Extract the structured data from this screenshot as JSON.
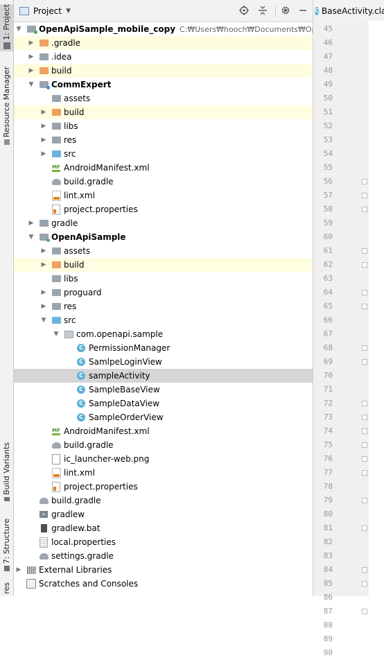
{
  "left_strip": {
    "tabs": [
      {
        "label": "1: Project",
        "active": true
      },
      {
        "label": "Resource Manager",
        "active": false
      },
      {
        "label": "Build Variants",
        "active": false
      },
      {
        "label": "7: Structure",
        "active": false
      },
      {
        "label": "res",
        "active": false
      }
    ]
  },
  "toolbar": {
    "view_label": "Project",
    "icons": [
      "target-icon",
      "collapse-all-icon",
      "gear-icon",
      "minimize-icon"
    ]
  },
  "editor": {
    "tab_label": "BaseActivity.clas",
    "line_numbers": [
      "45",
      "46",
      "47",
      "48",
      "49",
      "50",
      "51",
      "52",
      "53",
      "54",
      "55",
      "56",
      "57",
      "58",
      "59",
      "60",
      "61",
      "62",
      "63",
      "64",
      "65",
      "66",
      "67",
      "68",
      "69",
      "70",
      "71",
      "72",
      "73",
      "74",
      "75",
      "76",
      "77",
      "78",
      "79",
      "80",
      "81",
      "82",
      "83",
      "84",
      "85",
      "86",
      "87",
      "88",
      "89",
      "90"
    ],
    "fold_lines": [
      "56",
      "57",
      "58",
      "61",
      "62",
      "64",
      "65",
      "68",
      "69",
      "72",
      "73",
      "74",
      "75",
      "76",
      "77",
      "79",
      "81",
      "84",
      "85",
      "87"
    ]
  },
  "tree": [
    {
      "label": "OpenApiSample_mobile_copy",
      "hint": "C:₩Users₩hooch₩Documents₩OpenApi",
      "depth": 0,
      "arrow": "down",
      "icon": "module",
      "bold": true
    },
    {
      "label": ".gradle",
      "depth": 1,
      "arrow": "right",
      "icon": "folder-orange",
      "highlight": true
    },
    {
      "label": ".idea",
      "depth": 1,
      "arrow": "right",
      "icon": "folder-grey"
    },
    {
      "label": "build",
      "depth": 1,
      "arrow": "right",
      "icon": "folder-orange",
      "highlight": true
    },
    {
      "label": "CommExpert",
      "depth": 1,
      "arrow": "down",
      "icon": "module-lib",
      "bold": true
    },
    {
      "label": "assets",
      "depth": 2,
      "arrow": "none",
      "icon": "folder-grey"
    },
    {
      "label": "build",
      "depth": 2,
      "arrow": "right",
      "icon": "folder-orange",
      "highlight": true
    },
    {
      "label": "libs",
      "depth": 2,
      "arrow": "right",
      "icon": "folder-grey"
    },
    {
      "label": "res",
      "depth": 2,
      "arrow": "right",
      "icon": "folder-grey"
    },
    {
      "label": "src",
      "depth": 2,
      "arrow": "right",
      "icon": "folder-blue"
    },
    {
      "label": "AndroidManifest.xml",
      "depth": 2,
      "arrow": "none",
      "icon": "manifest"
    },
    {
      "label": "build.gradle",
      "depth": 2,
      "arrow": "none",
      "icon": "gradle"
    },
    {
      "label": "lint.xml",
      "depth": 2,
      "arrow": "none",
      "icon": "xml"
    },
    {
      "label": "project.properties",
      "depth": 2,
      "arrow": "none",
      "icon": "props-o"
    },
    {
      "label": "gradle",
      "depth": 1,
      "arrow": "right",
      "icon": "folder-grey"
    },
    {
      "label": "OpenApiSample",
      "depth": 1,
      "arrow": "down",
      "icon": "module",
      "bold": true
    },
    {
      "label": "assets",
      "depth": 2,
      "arrow": "right",
      "icon": "folder-grey"
    },
    {
      "label": "build",
      "depth": 2,
      "arrow": "right",
      "icon": "folder-orange",
      "highlight": true
    },
    {
      "label": "libs",
      "depth": 2,
      "arrow": "none",
      "icon": "folder-grey"
    },
    {
      "label": "proguard",
      "depth": 2,
      "arrow": "right",
      "icon": "folder-grey"
    },
    {
      "label": "res",
      "depth": 2,
      "arrow": "right",
      "icon": "folder-grey"
    },
    {
      "label": "src",
      "depth": 2,
      "arrow": "down",
      "icon": "folder-blue"
    },
    {
      "label": "com.openapi.sample",
      "depth": 3,
      "arrow": "down",
      "icon": "package"
    },
    {
      "label": "PermissionManager",
      "depth": 4,
      "arrow": "none",
      "icon": "class"
    },
    {
      "label": "SamlpeLoginView",
      "depth": 4,
      "arrow": "none",
      "icon": "class"
    },
    {
      "label": "sampleActivity",
      "depth": 4,
      "arrow": "none",
      "icon": "class",
      "selected": true
    },
    {
      "label": "SampleBaseView",
      "depth": 4,
      "arrow": "none",
      "icon": "class"
    },
    {
      "label": "SampleDataView",
      "depth": 4,
      "arrow": "none",
      "icon": "class"
    },
    {
      "label": "SampleOrderView",
      "depth": 4,
      "arrow": "none",
      "icon": "class"
    },
    {
      "label": "AndroidManifest.xml",
      "depth": 2,
      "arrow": "none",
      "icon": "manifest"
    },
    {
      "label": "build.gradle",
      "depth": 2,
      "arrow": "none",
      "icon": "gradle"
    },
    {
      "label": "ic_launcher-web.png",
      "depth": 2,
      "arrow": "none",
      "icon": "png"
    },
    {
      "label": "lint.xml",
      "depth": 2,
      "arrow": "none",
      "icon": "xml"
    },
    {
      "label": "project.properties",
      "depth": 2,
      "arrow": "none",
      "icon": "props-o"
    },
    {
      "label": "build.gradle",
      "depth": 1,
      "arrow": "none",
      "icon": "gradle"
    },
    {
      "label": "gradlew",
      "depth": 1,
      "arrow": "none",
      "icon": "terminal"
    },
    {
      "label": "gradlew.bat",
      "depth": 1,
      "arrow": "none",
      "icon": "bat"
    },
    {
      "label": "local.properties",
      "depth": 1,
      "arrow": "none",
      "icon": "props"
    },
    {
      "label": "settings.gradle",
      "depth": 1,
      "arrow": "none",
      "icon": "gradle"
    },
    {
      "label": "External Libraries",
      "depth": 0,
      "arrow": "right",
      "icon": "libraries"
    },
    {
      "label": "Scratches and Consoles",
      "depth": 0,
      "arrow": "none",
      "icon": "scratches"
    }
  ]
}
